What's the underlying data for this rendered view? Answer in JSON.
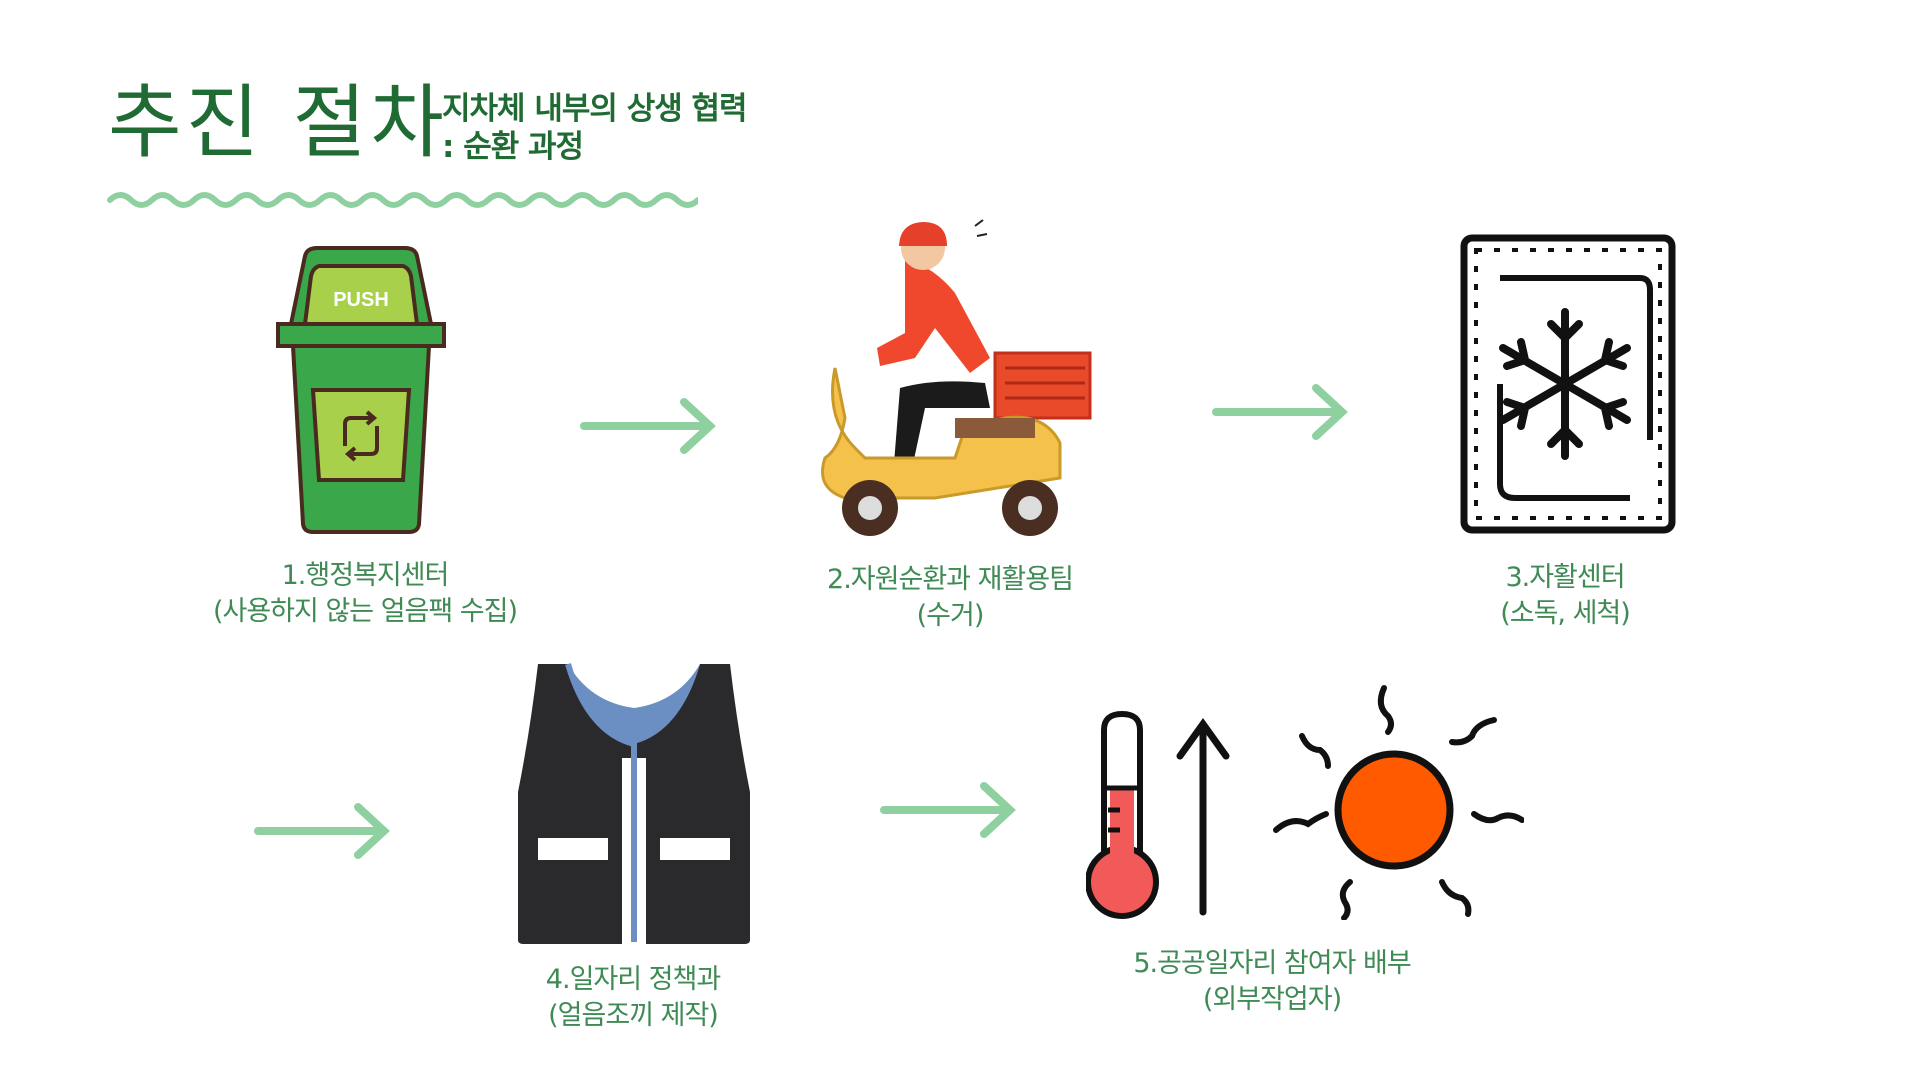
{
  "header": {
    "title": "추진 절차",
    "subtitle_line1": "지차체 내부의 상생 협력",
    "subtitle_line2": ": 순환 과정"
  },
  "steps": [
    {
      "line1": "1.행정복지센터",
      "line2": "(사용하지 않는 얼음팩 수집)",
      "icon": "trash-bin-icon",
      "icon_text": "PUSH"
    },
    {
      "line1": "2.자원순환과 재활용팀",
      "line2": "(수거)",
      "icon": "delivery-scooter-icon"
    },
    {
      "line1": "3.자활센터",
      "line2": "(소독, 세척)",
      "icon": "ice-pack-icon"
    },
    {
      "line1": "4.일자리 정책과",
      "line2": "(얼음조끼 제작)",
      "icon": "vest-icon"
    },
    {
      "line1": "5.공공일자리 참여자 배부",
      "line2": "(외부작업자)",
      "icon": "heat-icon"
    }
  ],
  "colors": {
    "title": "#1f6b33",
    "label": "#3f8a55",
    "arrow": "#8fd0a0",
    "wave": "#8fd0a0"
  }
}
